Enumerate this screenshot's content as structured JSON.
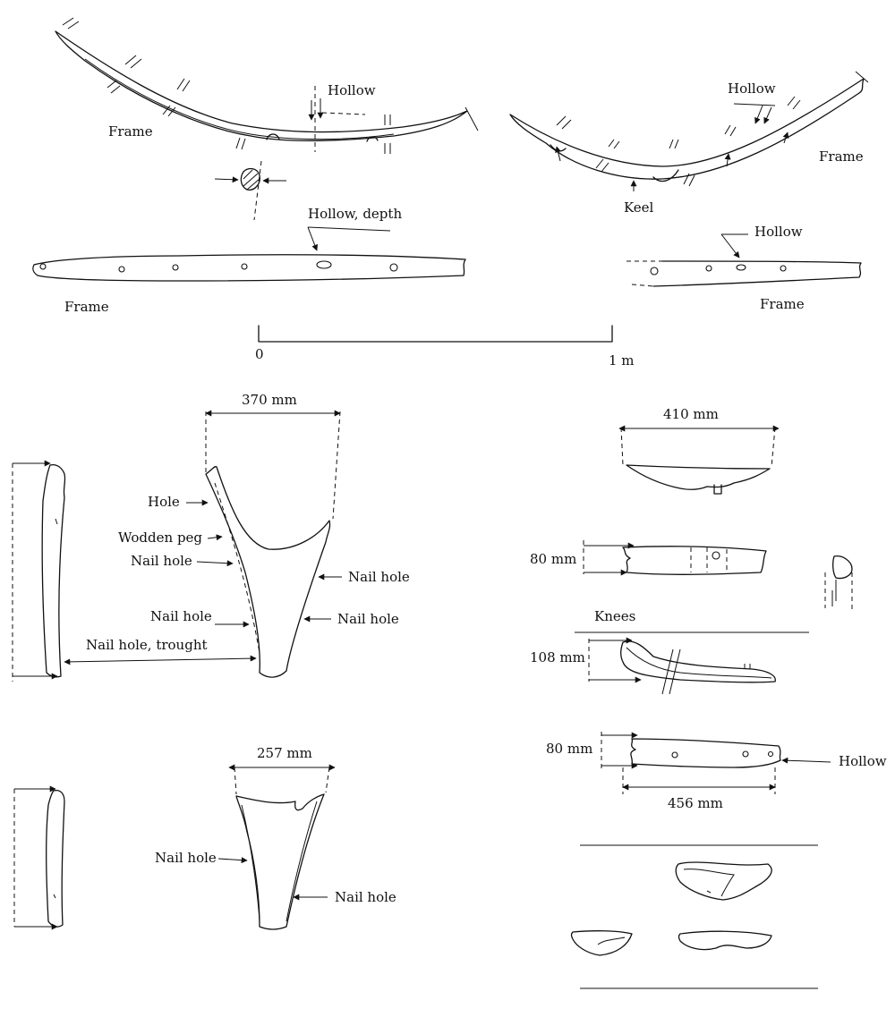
{
  "labels": {
    "hollow_top_left": "Hollow",
    "frame_top_left": "Frame",
    "hollow_depth": "Hollow, depth",
    "frame_bottom_left": "Frame",
    "hollow_top_right": "Hollow",
    "frame_top_right": "Frame",
    "keel": "Keel",
    "hollow_right_plan": "Hollow",
    "frame_right_plan": "Frame",
    "scale_zero": "0",
    "scale_one": "1 m",
    "dim_370": "370 mm",
    "hole": "Hole",
    "wooden_peg": "Wodden peg",
    "nail_hole_a": "Nail hole",
    "nail_hole_b": "Nail hole",
    "nail_hole_c": "Nail hole",
    "nail_hole_d": "Nail hole",
    "nail_hole_trought": "Nail hole, trought",
    "dim_257": "257 mm",
    "nail_hole_e": "Nail hole",
    "nail_hole_f": "Nail hole",
    "dim_410": "410 mm",
    "dim_80_a": "80 mm",
    "knees": "Knees",
    "dim_108": "108 mm",
    "dim_80_b": "80 mm",
    "hollow_knee": "Hollow",
    "dim_456": "456 mm"
  }
}
